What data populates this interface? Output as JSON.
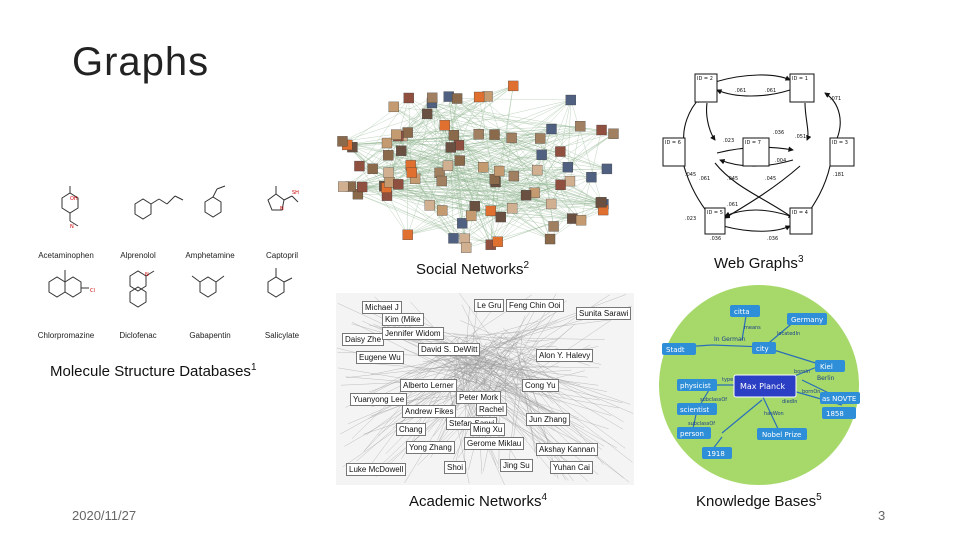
{
  "slide": {
    "title": "Graphs",
    "date": "2020/11/27",
    "page": "3"
  },
  "captions": {
    "molecule": {
      "text": "Molecule Structure Databases",
      "sup": "1"
    },
    "social": {
      "text": "Social Networks",
      "sup": "2"
    },
    "web": {
      "text": "Web Graphs",
      "sup": "3"
    },
    "academic": {
      "text": "Academic Networks",
      "sup": "4"
    },
    "knowledge": {
      "text": "Knowledge Bases",
      "sup": "5"
    }
  },
  "molecules": [
    {
      "name": "Acetaminophen"
    },
    {
      "name": "Alprenolol"
    },
    {
      "name": "Amphetamine"
    },
    {
      "name": "Captopril"
    },
    {
      "name": "Chlorpromazine"
    },
    {
      "name": "Diclofenac"
    },
    {
      "name": "Gabapentin"
    },
    {
      "name": "Salicylate"
    }
  ],
  "web_graph": {
    "nodes": [
      "ID = 2",
      "ID = 1",
      "ID = 6",
      "ID = 7",
      "ID = 3",
      "ID = 5",
      "ID = 4"
    ],
    "edge_weights": [
      ".061",
      ".061",
      ".071",
      ".023",
      ".036",
      ".051",
      ".045",
      ".004",
      ".181",
      ".061",
      ".045",
      ".045",
      ".061",
      ".023",
      ".036",
      ".036"
    ]
  },
  "academic": {
    "names": [
      "Le Gru",
      "Feng Chin Ooi",
      "Michael J",
      "Kim (Mike",
      "Sunita Sarawi",
      "Daisy Zhe",
      "Jennifer Widom",
      "Eugene Wu",
      "David S. DeWitt",
      "Alon Y. Halevy",
      "Alberto Lerner",
      "Cong Yu",
      "Yuanyong Lee",
      "Peter Mork",
      "Andrew Fikes",
      "Rachel",
      "Jun Zhang",
      "Stefan Sarwi",
      "Chang",
      "Ming Xu",
      "Yong Zhang",
      "Gerome Miklau",
      "Akshay Kannan",
      "Luke McDowell",
      "Jing Su",
      "Yuhan Cai",
      "Shoi"
    ]
  },
  "knowledge": {
    "center": "Max Planck",
    "nodes": [
      "citta",
      "Germany",
      "In German",
      "city",
      "Stadt",
      "Kiel",
      "physicist",
      "Berlin",
      "scientist",
      "1858",
      "person",
      "Nobel Prize",
      "1918",
      "as NOVTE"
    ],
    "edges": [
      "type",
      "subclassOf",
      "subclassOf",
      "bornIn",
      "diedIn",
      "hasWon",
      "locatedIn",
      "means",
      "bornOn"
    ]
  },
  "colors": {
    "kb_circle": "#a7d96a",
    "kb_node": "#2e8fd8",
    "kb_center": "#2a3fc4"
  }
}
